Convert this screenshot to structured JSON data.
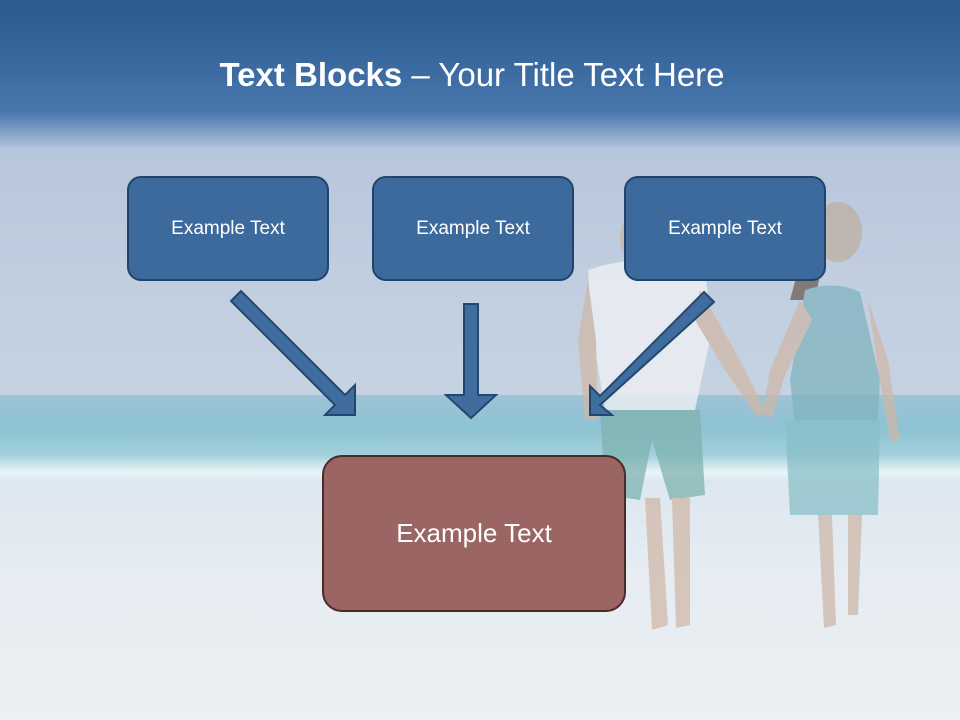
{
  "slide": {
    "title_bold": "Text Blocks",
    "title_rest": " – Your Title Text Here",
    "top_blocks": [
      {
        "label": "Example Text"
      },
      {
        "label": "Example Text"
      },
      {
        "label": "Example Text"
      }
    ],
    "bottom_block": {
      "label": "Example Text"
    }
  },
  "colors": {
    "title_band": "#3a6aa0",
    "top_block_fill": "#3d6a9c",
    "top_block_border": "#22436a",
    "bottom_block_fill": "#9a6562",
    "bottom_block_border": "#4a2a2a",
    "arrow_fill": "#3f6d9e",
    "arrow_stroke": "#24476f"
  },
  "background": {
    "image_subject": "couple-walking-on-beach"
  }
}
